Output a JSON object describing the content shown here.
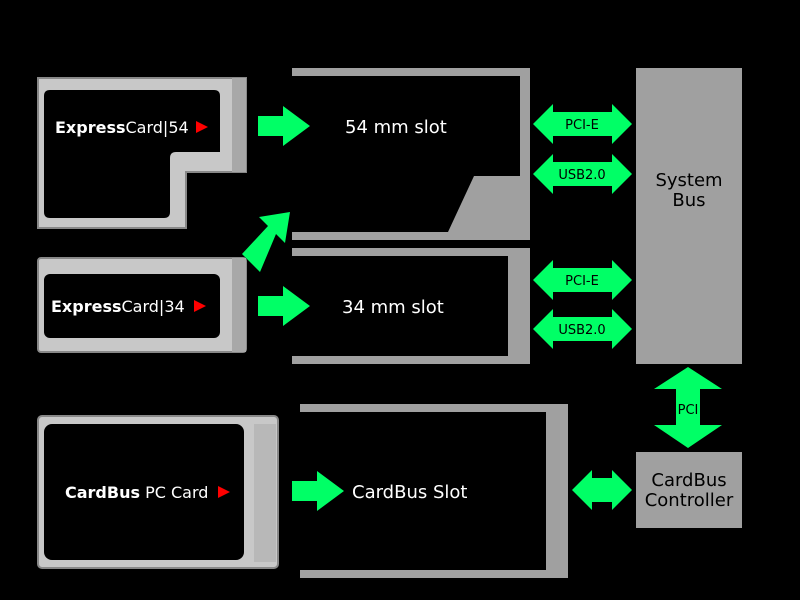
{
  "cards": {
    "ec54": {
      "bold": "Express",
      "normal": "Card|54"
    },
    "ec34": {
      "bold": "Express",
      "normal": "Card|34"
    },
    "cardbus": {
      "bold": "CardBus",
      "normal": " PC Card"
    }
  },
  "slots": {
    "mm54": "54 mm slot",
    "mm34": "34 mm slot",
    "cardbus": "CardBus Slot"
  },
  "buses": {
    "pcie_label": "PCI-E",
    "usb_label": "USB2.0",
    "pci_label": "PCI"
  },
  "system_bus": {
    "line1": "System",
    "line2": "Bus"
  },
  "controller": {
    "line1": "CardBus",
    "line2": "Controller"
  },
  "colors": {
    "arrow": "#00ff66",
    "card_frame": "#d8d8d8",
    "slot_gray": "#a0a0a0",
    "box_gray": "#a0a0a0",
    "play": "#ff0000"
  }
}
